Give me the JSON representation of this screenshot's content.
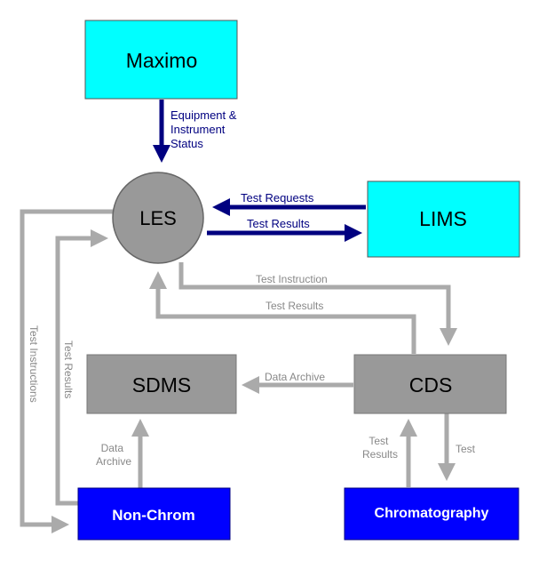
{
  "nodes": {
    "maximo": {
      "label": "Maximo",
      "fill": "#00ffff"
    },
    "les": {
      "label": "LES",
      "fill": "#999999"
    },
    "lims": {
      "label": "LIMS",
      "fill": "#00ffff"
    },
    "sdms": {
      "label": "SDMS",
      "fill": "#999999"
    },
    "cds": {
      "label": "CDS",
      "fill": "#999999"
    },
    "non_chrom": {
      "label": "Non-Chrom",
      "fill": "#0000ff"
    },
    "chromatography": {
      "label": "Chromatography",
      "fill": "#0000ff"
    }
  },
  "edges": {
    "maximo_to_les": [
      "Equipment &",
      "Instrument",
      "Status"
    ],
    "lims_to_les": "Test Requests",
    "les_to_lims": "Test Results",
    "les_to_cds": "Test Instruction",
    "cds_to_les": "Test Results",
    "cds_to_sdms": "Data Archive",
    "nonchrom_to_sdms": [
      "Data",
      "Archive"
    ],
    "les_to_nonchrom": "Test Instructions",
    "nonchrom_to_les": "Test Results",
    "chrom_to_cds": [
      "Test",
      "Results"
    ],
    "cds_to_chrom": "Test"
  },
  "colors": {
    "dark_arrow": "#000080",
    "light_arrow": "#aaaaaa",
    "light_label": "#888888"
  }
}
